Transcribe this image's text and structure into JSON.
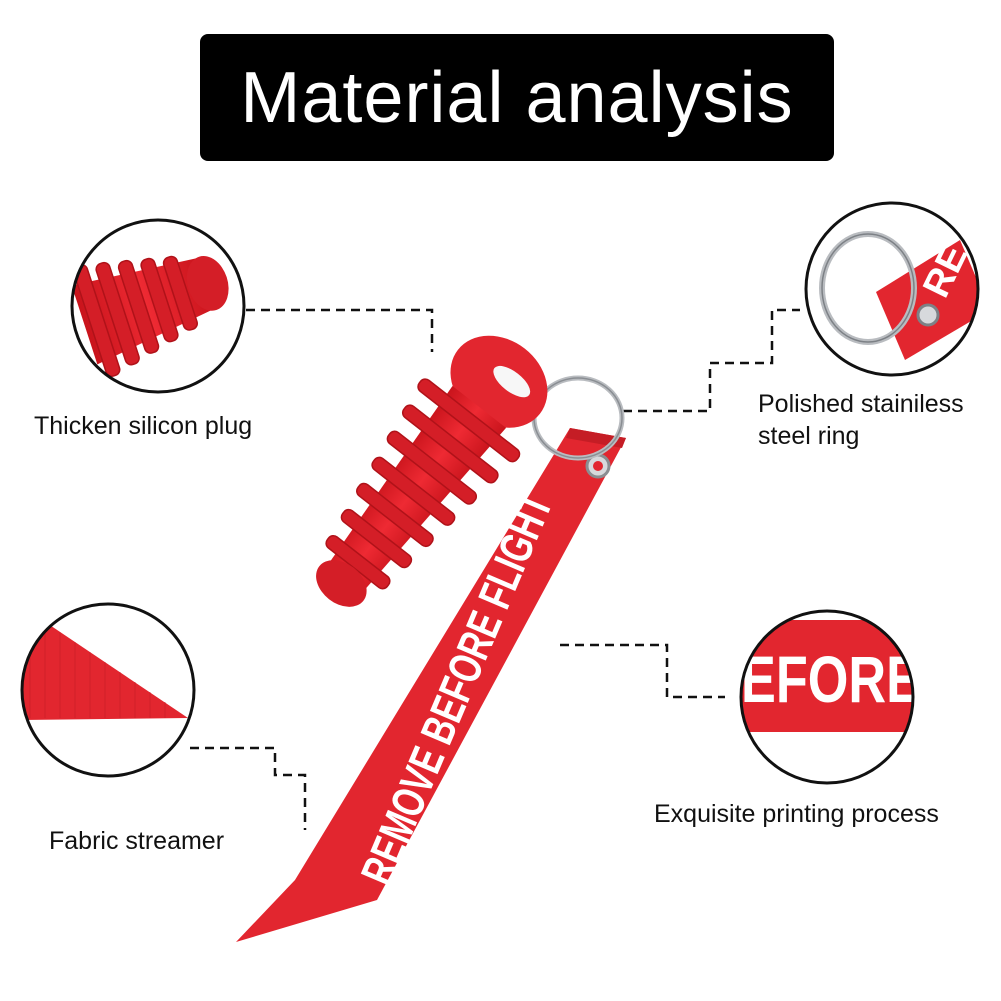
{
  "title": "Material analysis",
  "callouts": {
    "plug": "Thicken silicon plug",
    "ring_line1": "Polished stainiless",
    "ring_line2": "steel ring",
    "fabric": "Fabric streamer",
    "printing": "Exquisite printing process"
  },
  "streamer_text": "REMOVE BEFORE FLIGHT",
  "zoom_print_text": "EFORE",
  "zoom_ring_text": "RE",
  "colors": {
    "red": "#e2262f",
    "dark_red": "#b81b22",
    "title_bg": "#000000",
    "title_fg": "#ffffff",
    "ring": "#b9bcc0"
  }
}
